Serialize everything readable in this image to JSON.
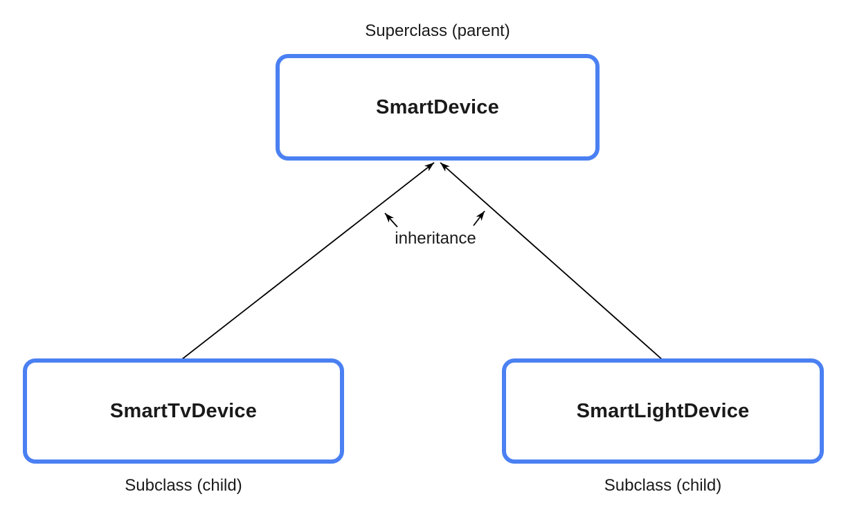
{
  "diagram": {
    "superclass_label": "Superclass (parent)",
    "parent_box_label": "SmartDevice",
    "inheritance_label": "inheritance",
    "child_left_box_label": "SmartTvDevice",
    "child_left_caption": "Subclass (child)",
    "child_right_box_label": "SmartLightDevice",
    "child_right_caption": "Subclass (child)"
  },
  "colors": {
    "box_border": "#4a80f2",
    "arrow": "#000000",
    "text": "#1a1a1a",
    "background": "#ffffff"
  }
}
